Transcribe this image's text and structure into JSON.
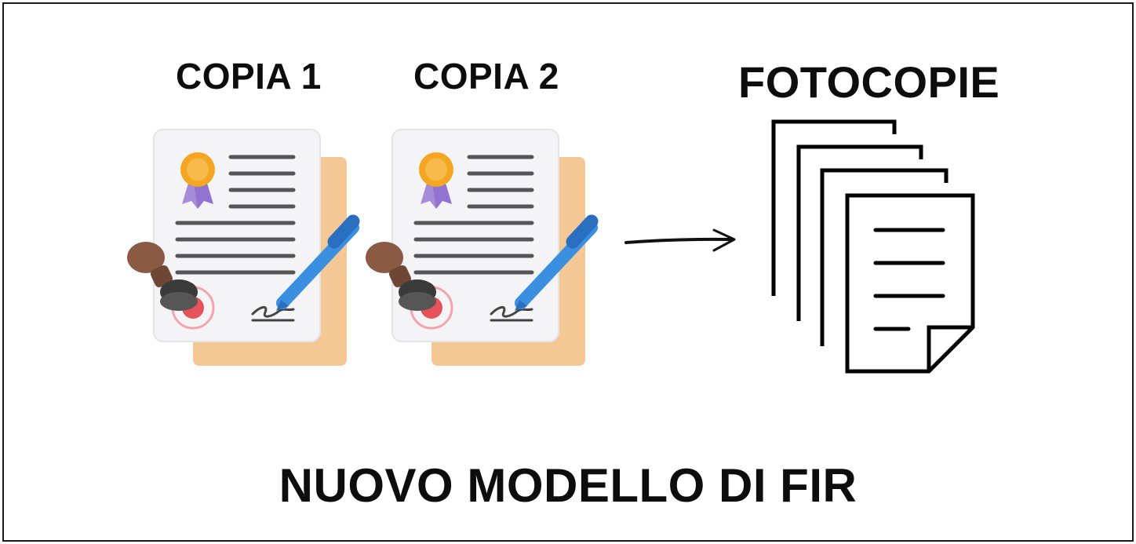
{
  "labels": {
    "copy1": "COPIA 1",
    "copy2": "COPIA 2",
    "photocopies": "FOTOCOPIE",
    "title": "NUOVO MODELLO DI FIR"
  },
  "icons": {
    "document": "certificate-document-icon",
    "stamp": "rubber-stamp-icon",
    "pen": "pen-icon",
    "ribbon": "award-ribbon-icon",
    "arrow": "arrow-right-icon",
    "copies": "stacked-documents-icon"
  },
  "colors": {
    "text": "#0d0d0d",
    "folder": "#f3c895",
    "paper": "#f4f4f6",
    "pen": "#3b8fe0",
    "ribbon_medal": "#f5a623",
    "ribbon_tail": "#a78bdb",
    "seal": "#e8525a",
    "stamp_wood": "#8a5a44"
  }
}
